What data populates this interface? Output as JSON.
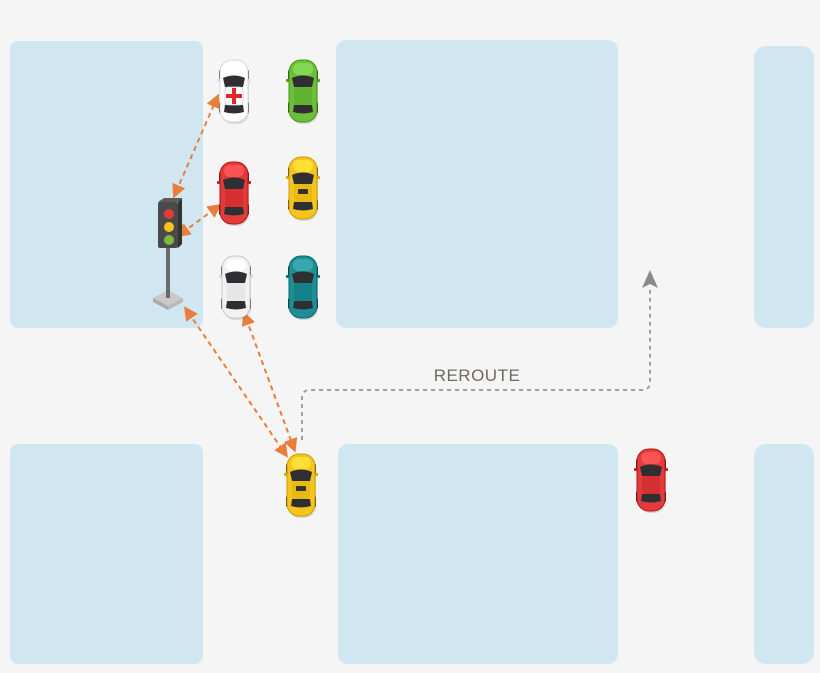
{
  "labels": {
    "reroute": "REROUTE"
  },
  "colors": {
    "background": "#f5f5f5",
    "block": "#d0e7f2",
    "v2v_link": "#e87e3a",
    "route": "#9e9e9e"
  },
  "vehicles": [
    {
      "id": "ambulance",
      "kind": "ambulance",
      "body": "#ffffff"
    },
    {
      "id": "green-car",
      "kind": "car",
      "body": "#6cbf3a"
    },
    {
      "id": "red-car-top",
      "kind": "car",
      "body": "#e23b3b"
    },
    {
      "id": "yellow-taxi-top",
      "kind": "taxi",
      "body": "#f5c51d"
    },
    {
      "id": "white-car",
      "kind": "car",
      "body": "#f2f2f2"
    },
    {
      "id": "teal-car",
      "kind": "car",
      "body": "#1f8f95"
    },
    {
      "id": "yellow-taxi-main",
      "kind": "taxi",
      "body": "#f5c51d"
    },
    {
      "id": "red-car-right",
      "kind": "car",
      "body": "#e23b3b"
    }
  ],
  "traffic_light": {
    "lamps": [
      "#e23b3b",
      "#f5c51d",
      "#7dbb3c"
    ]
  },
  "icons": [
    "traffic-light-icon",
    "route-arrow-icon"
  ]
}
